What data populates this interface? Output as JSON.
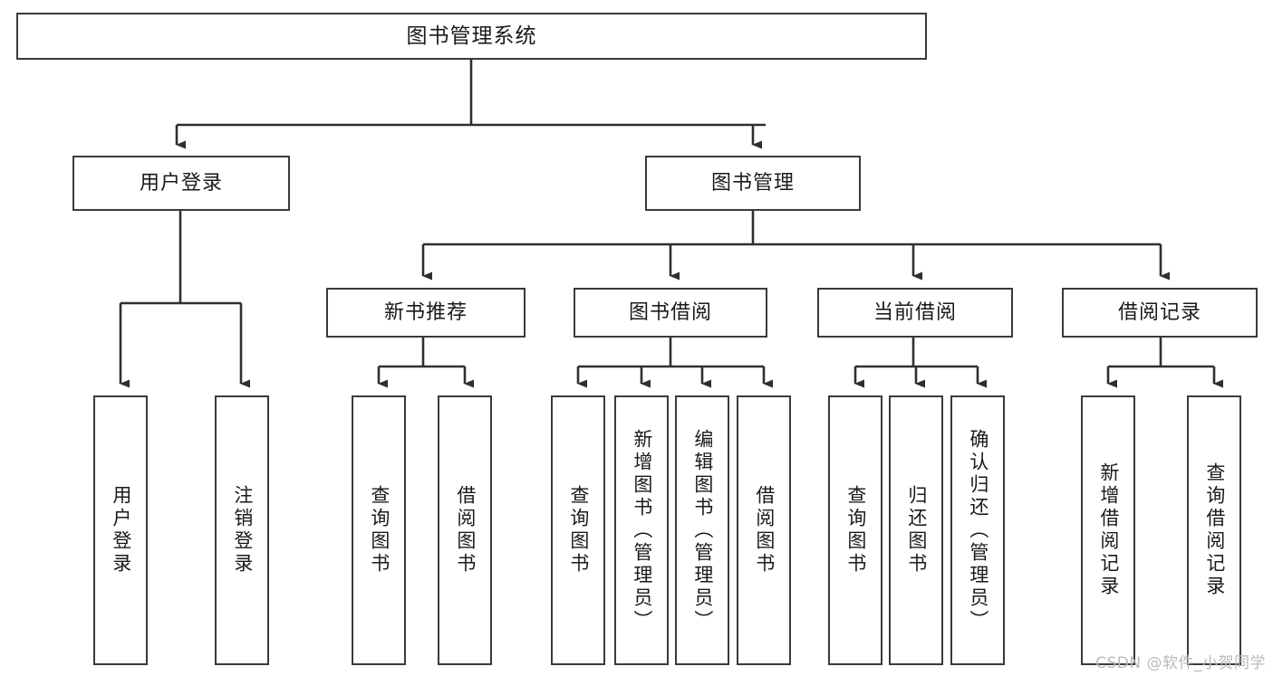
{
  "diagram": {
    "title": "图书管理系统",
    "type": "tree-hierarchy-diagram",
    "watermark": "CSDN @软件_小贺同学",
    "colors": {
      "box_border": "#3a3a3a",
      "box_fill": "#ffffff",
      "line": "#2f2f2f",
      "text": "#1a1a1a",
      "watermark": "#b9b9b9",
      "background": "#ffffff"
    },
    "root": {
      "label": "图书管理系统",
      "orientation": "horizontal"
    },
    "level2": [
      {
        "label": "用户登录",
        "orientation": "horizontal"
      },
      {
        "label": "图书管理",
        "orientation": "horizontal"
      }
    ],
    "level3": [
      {
        "label": "新书推荐",
        "orientation": "horizontal"
      },
      {
        "label": "图书借阅",
        "orientation": "horizontal"
      },
      {
        "label": "当前借阅",
        "orientation": "horizontal"
      },
      {
        "label": "借阅记录",
        "orientation": "horizontal"
      }
    ],
    "leaves": {
      "user_login": [
        {
          "label": "用户登录",
          "orientation": "vertical"
        },
        {
          "label": "注销登录",
          "orientation": "vertical"
        }
      ],
      "new_book_recommend": [
        {
          "label": "查询图书",
          "orientation": "vertical"
        },
        {
          "label": "借阅图书",
          "orientation": "vertical"
        }
      ],
      "book_borrow": [
        {
          "label": "查询图书",
          "orientation": "vertical"
        },
        {
          "label": "新增图书（管理员）",
          "orientation": "vertical"
        },
        {
          "label": "编辑图书（管理员）",
          "orientation": "vertical"
        },
        {
          "label": "借阅图书",
          "orientation": "vertical"
        }
      ],
      "current_borrow": [
        {
          "label": "查询图书",
          "orientation": "vertical"
        },
        {
          "label": "归还图书",
          "orientation": "vertical"
        },
        {
          "label": "确认归还（管理员）",
          "orientation": "vertical"
        }
      ],
      "borrow_record": [
        {
          "label": "新增借阅记录",
          "orientation": "vertical"
        },
        {
          "label": "查询借阅记录",
          "orientation": "vertical"
        }
      ]
    }
  }
}
